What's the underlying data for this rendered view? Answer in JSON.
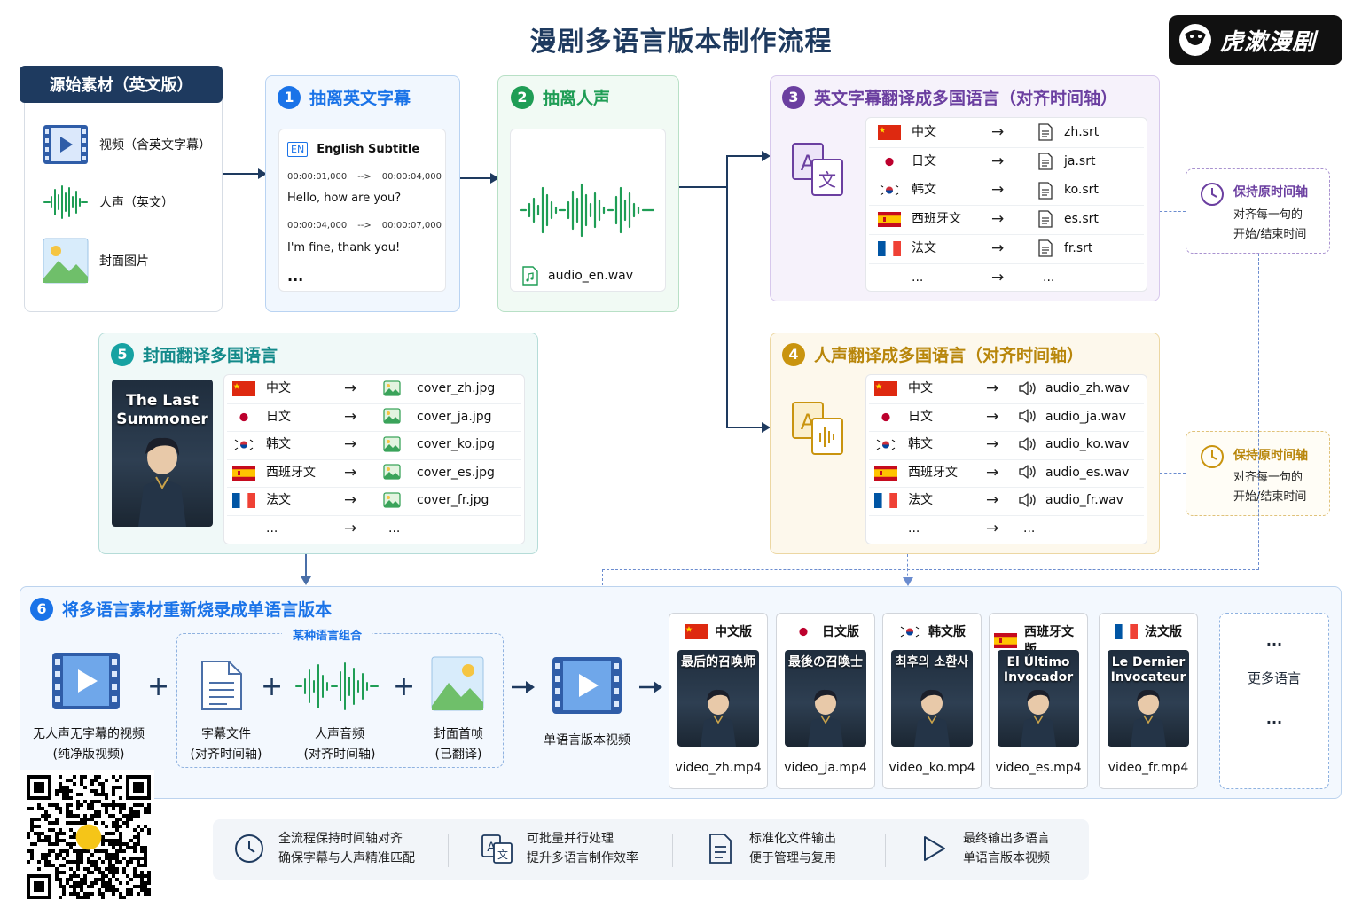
{
  "title": "漫剧多语言版本制作流程",
  "brand": "虎漱漫剧",
  "source": {
    "header": "源始素材（英文版）",
    "items": [
      "视频（含英文字幕）",
      "人声（英文）",
      "封面图片"
    ]
  },
  "step1": {
    "num": "1",
    "title": "抽离英文字幕",
    "badge": "EN",
    "subtitle_title": "English Subtitle",
    "cues": [
      {
        "time_start": "00:00:01,000",
        "arrow": "-->",
        "time_end": "00:00:04,000",
        "text": "Hello, how are you?"
      },
      {
        "time_start": "00:00:04,000",
        "arrow": "-->",
        "time_end": "00:00:07,000",
        "text": "I'm fine, thank you!"
      }
    ],
    "ellipsis": "..."
  },
  "step2": {
    "num": "2",
    "title": "抽离人声",
    "file": "audio_en.wav"
  },
  "step3": {
    "num": "3",
    "title": "英文字幕翻译成多国语言（对齐时间轴）",
    "rows": [
      {
        "lang": "中文",
        "file": "zh.srt"
      },
      {
        "lang": "日文",
        "file": "ja.srt"
      },
      {
        "lang": "韩文",
        "file": "ko.srt"
      },
      {
        "lang": "西班牙文",
        "file": "es.srt"
      },
      {
        "lang": "法文",
        "file": "fr.srt"
      },
      {
        "lang": "...",
        "file": "..."
      }
    ],
    "note_title": "保持原时间轴",
    "note_lines": [
      "对齐每一句的",
      "开始/结束时间"
    ]
  },
  "step4": {
    "num": "4",
    "title": "人声翻译成多国语言（对齐时间轴）",
    "rows": [
      {
        "lang": "中文",
        "file": "audio_zh.wav"
      },
      {
        "lang": "日文",
        "file": "audio_ja.wav"
      },
      {
        "lang": "韩文",
        "file": "audio_ko.wav"
      },
      {
        "lang": "西班牙文",
        "file": "audio_es.wav"
      },
      {
        "lang": "法文",
        "file": "audio_fr.wav"
      },
      {
        "lang": "...",
        "file": "..."
      }
    ],
    "note_title": "保持原时间轴",
    "note_lines": [
      "对齐每一句的",
      "开始/结束时间"
    ]
  },
  "step5": {
    "num": "5",
    "title": "封面翻译多国语言",
    "cover_title": "The Last Summoner",
    "rows": [
      {
        "lang": "中文",
        "file": "cover_zh.jpg"
      },
      {
        "lang": "日文",
        "file": "cover_ja.jpg"
      },
      {
        "lang": "韩文",
        "file": "cover_ko.jpg"
      },
      {
        "lang": "西班牙文",
        "file": "cover_es.jpg"
      },
      {
        "lang": "法文",
        "file": "cover_fr.jpg"
      },
      {
        "lang": "...",
        "file": "..."
      }
    ]
  },
  "step6": {
    "num": "6",
    "title": "将多语言素材重新烧录成单语言版本",
    "combo_label": "某种语言组合",
    "parts": [
      {
        "line1": "无人声无字幕的视频",
        "line2": "(纯净版视频)"
      },
      {
        "line1": "字幕文件",
        "line2": "(对齐时间轴)"
      },
      {
        "line1": "人声音频",
        "line2": "(对齐时间轴)"
      },
      {
        "line1": "封面首帧",
        "line2": "(已翻译)"
      }
    ],
    "plus": "+",
    "output_label": "单语言版本视频",
    "versions": [
      {
        "label": "中文版",
        "cover": "最后的召唤师",
        "file": "video_zh.mp4"
      },
      {
        "label": "日文版",
        "cover": "最後の召喚士",
        "file": "video_ja.mp4"
      },
      {
        "label": "韩文版",
        "cover": "최후의 소환사",
        "file": "video_ko.mp4"
      },
      {
        "label": "西班牙文版",
        "cover": "El Último Invocador",
        "file": "video_es.mp4"
      },
      {
        "label": "法文版",
        "cover": "Le Dernier Invocateur",
        "file": "video_fr.mp4"
      }
    ],
    "more_dots": "...",
    "more_label": "更多语言"
  },
  "footer": [
    {
      "icon": "clock-icon",
      "line1": "全流程保持时间轴对齐",
      "line2": "确保字幕与人声精准匹配"
    },
    {
      "icon": "translate-icon",
      "line1": "可批量并行处理",
      "line2": "提升多语言制作效率"
    },
    {
      "icon": "document-icon",
      "line1": "标准化文件输出",
      "line2": "便于管理与复用"
    },
    {
      "icon": "play-icon",
      "line1": "最终输出多语言",
      "line2": "单语言版本视频"
    }
  ],
  "colors": {
    "navy": "#1e3a5f",
    "blue": "#1a73e8",
    "green": "#1f9d55",
    "purple": "#6b3fa0",
    "gold": "#b8860b",
    "teal": "#138a8a"
  }
}
